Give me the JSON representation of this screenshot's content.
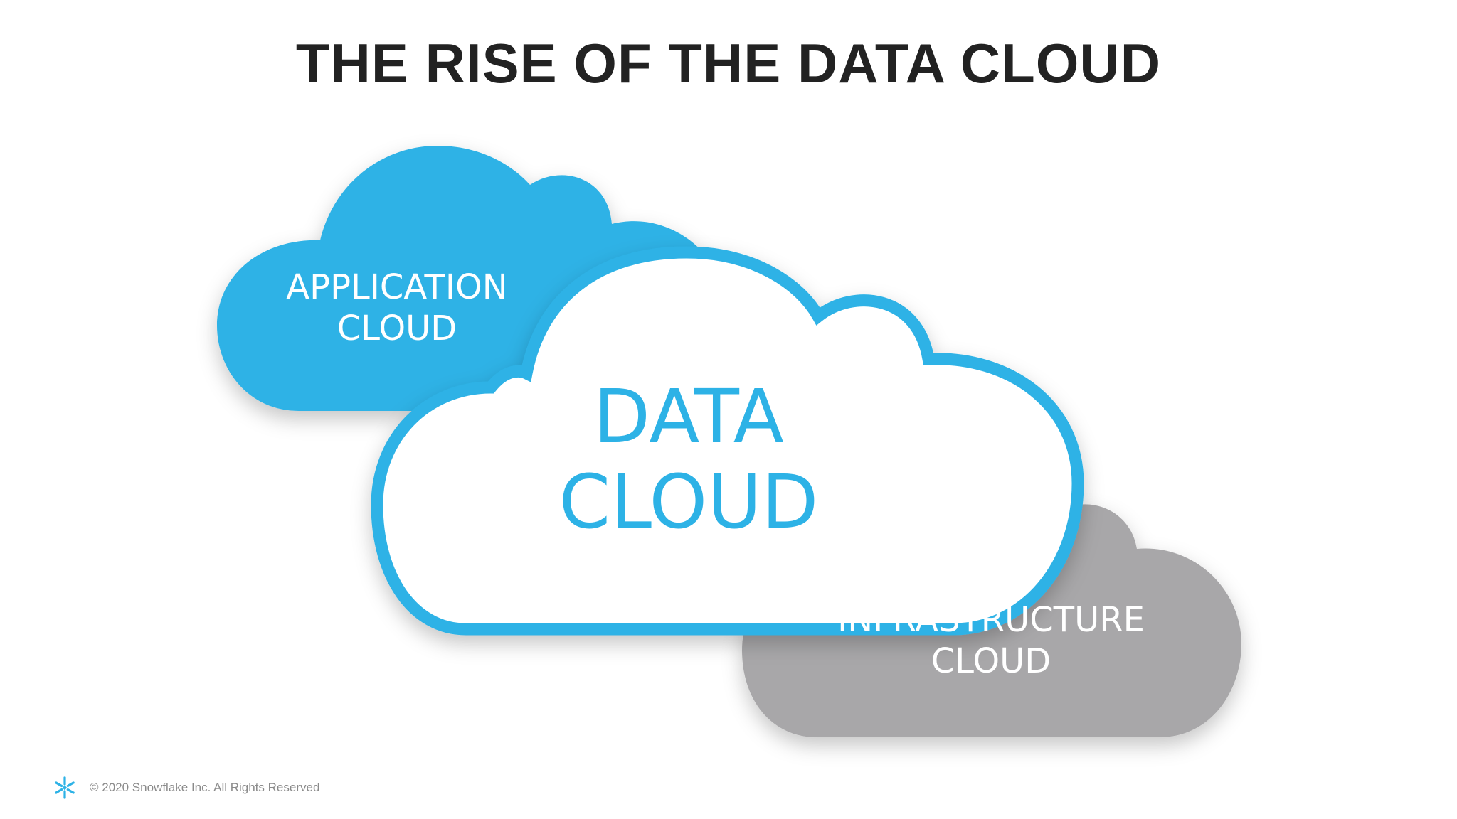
{
  "title": "THE RISE OF THE DATA CLOUD",
  "clouds": {
    "application": {
      "line1": "APPLICATION",
      "line2": "CLOUD",
      "color": "#2db2e6"
    },
    "data": {
      "line1": "DATA",
      "line2": "CLOUD",
      "color": "#2db2e6"
    },
    "infrastructure": {
      "line1": "INFRASTRUCTURE",
      "line2": "CLOUD",
      "color": "#a8a7a9"
    }
  },
  "footer": {
    "logo_icon": "snowflake-logo-icon",
    "copyright": "© 2020 Snowflake Inc. All Rights Reserved"
  },
  "colors": {
    "title": "#222222",
    "accent_blue": "#2db2e6",
    "infrastructure_gray": "#a8a7a9",
    "footer_text": "#8a8a8a"
  }
}
